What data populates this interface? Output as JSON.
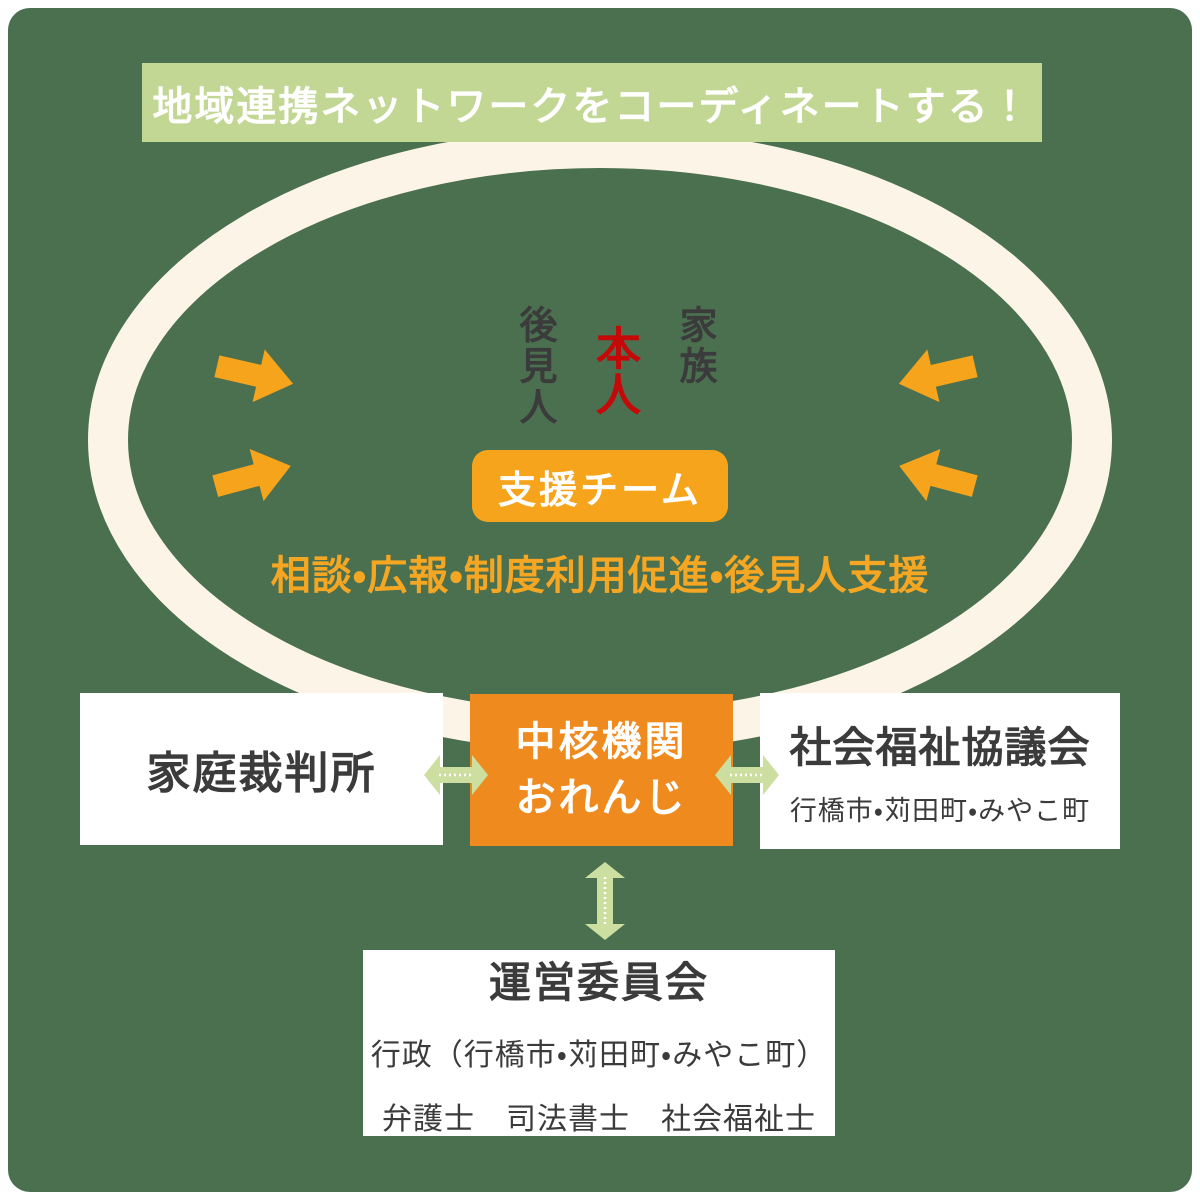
{
  "colors": {
    "background_green": "#4a7050",
    "banner_green": "#c3d794",
    "ring_cream": "#fdf4e8",
    "orange_bright": "#f7a41d",
    "orange_caption": "#f5a623",
    "orange_deep": "#ef8a1e",
    "link_arrow_green": "#cddfa0",
    "text_dark": "#3b3b3b",
    "text_red": "#c50808",
    "text_white": "#ffffff"
  },
  "banner": {
    "title": "地域連携ネットワークをコーディネートする！"
  },
  "ellipse": {
    "guardian_label": "後見人",
    "person_label": "本人",
    "family_label": "家族",
    "team_label": "支援チーム",
    "caption": "相談・広報・制度利用促進・後見人支援"
  },
  "boxes": {
    "family_court": {
      "title": "家庭裁判所"
    },
    "core_agency": {
      "line1": "中核機関",
      "line2": "おれんじ"
    },
    "council": {
      "title": "社会福祉協議会",
      "subtitle": "行橋市・苅田町・みやこ町"
    },
    "committee": {
      "title": "運営委員会",
      "members1": "行政（行橋市・苅田町・みやこ町）",
      "members2": "弁護士　司法書士　社会福祉士"
    }
  },
  "icons": {
    "inward_arrow": "orange-block-arrow",
    "link_arrow": "green-double-headed-arrow"
  }
}
